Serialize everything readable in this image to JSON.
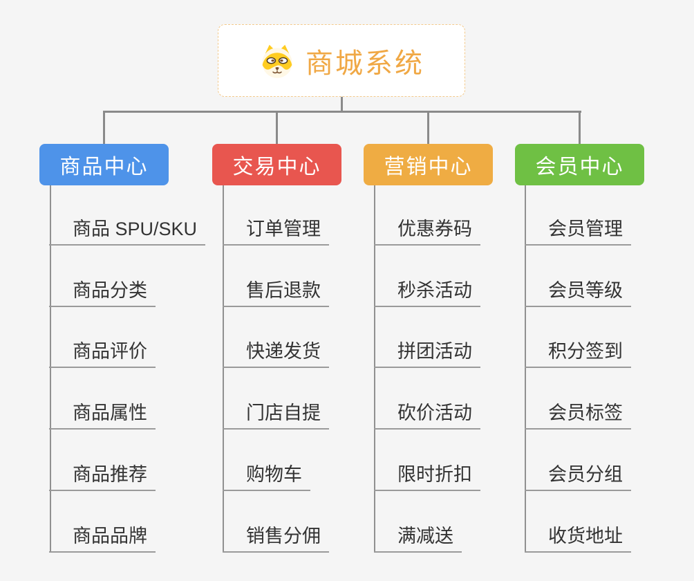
{
  "root": {
    "title": "商城系统",
    "icon": "dog-face-icon",
    "title_color": "#f0a845",
    "border_color": "#f3c98a"
  },
  "connector_color": "#8a8a8a",
  "branches": [
    {
      "label": "商品中心",
      "color": "#4e93e9",
      "items": [
        "商品 SPU/SKU",
        "商品分类",
        "商品评价",
        "商品属性",
        "商品推荐",
        "商品品牌"
      ]
    },
    {
      "label": "交易中心",
      "color": "#e8564f",
      "items": [
        "订单管理",
        "售后退款",
        "快递发货",
        "门店自提",
        "购物车",
        "销售分佣"
      ]
    },
    {
      "label": "营销中心",
      "color": "#efac43",
      "items": [
        "优惠券码",
        "秒杀活动",
        "拼团活动",
        "砍价活动",
        "限时折扣",
        "满减送"
      ]
    },
    {
      "label": "会员中心",
      "color": "#6fc044",
      "items": [
        "会员管理",
        "会员等级",
        "积分签到",
        "会员标签",
        "会员分组",
        "收货地址"
      ]
    }
  ]
}
